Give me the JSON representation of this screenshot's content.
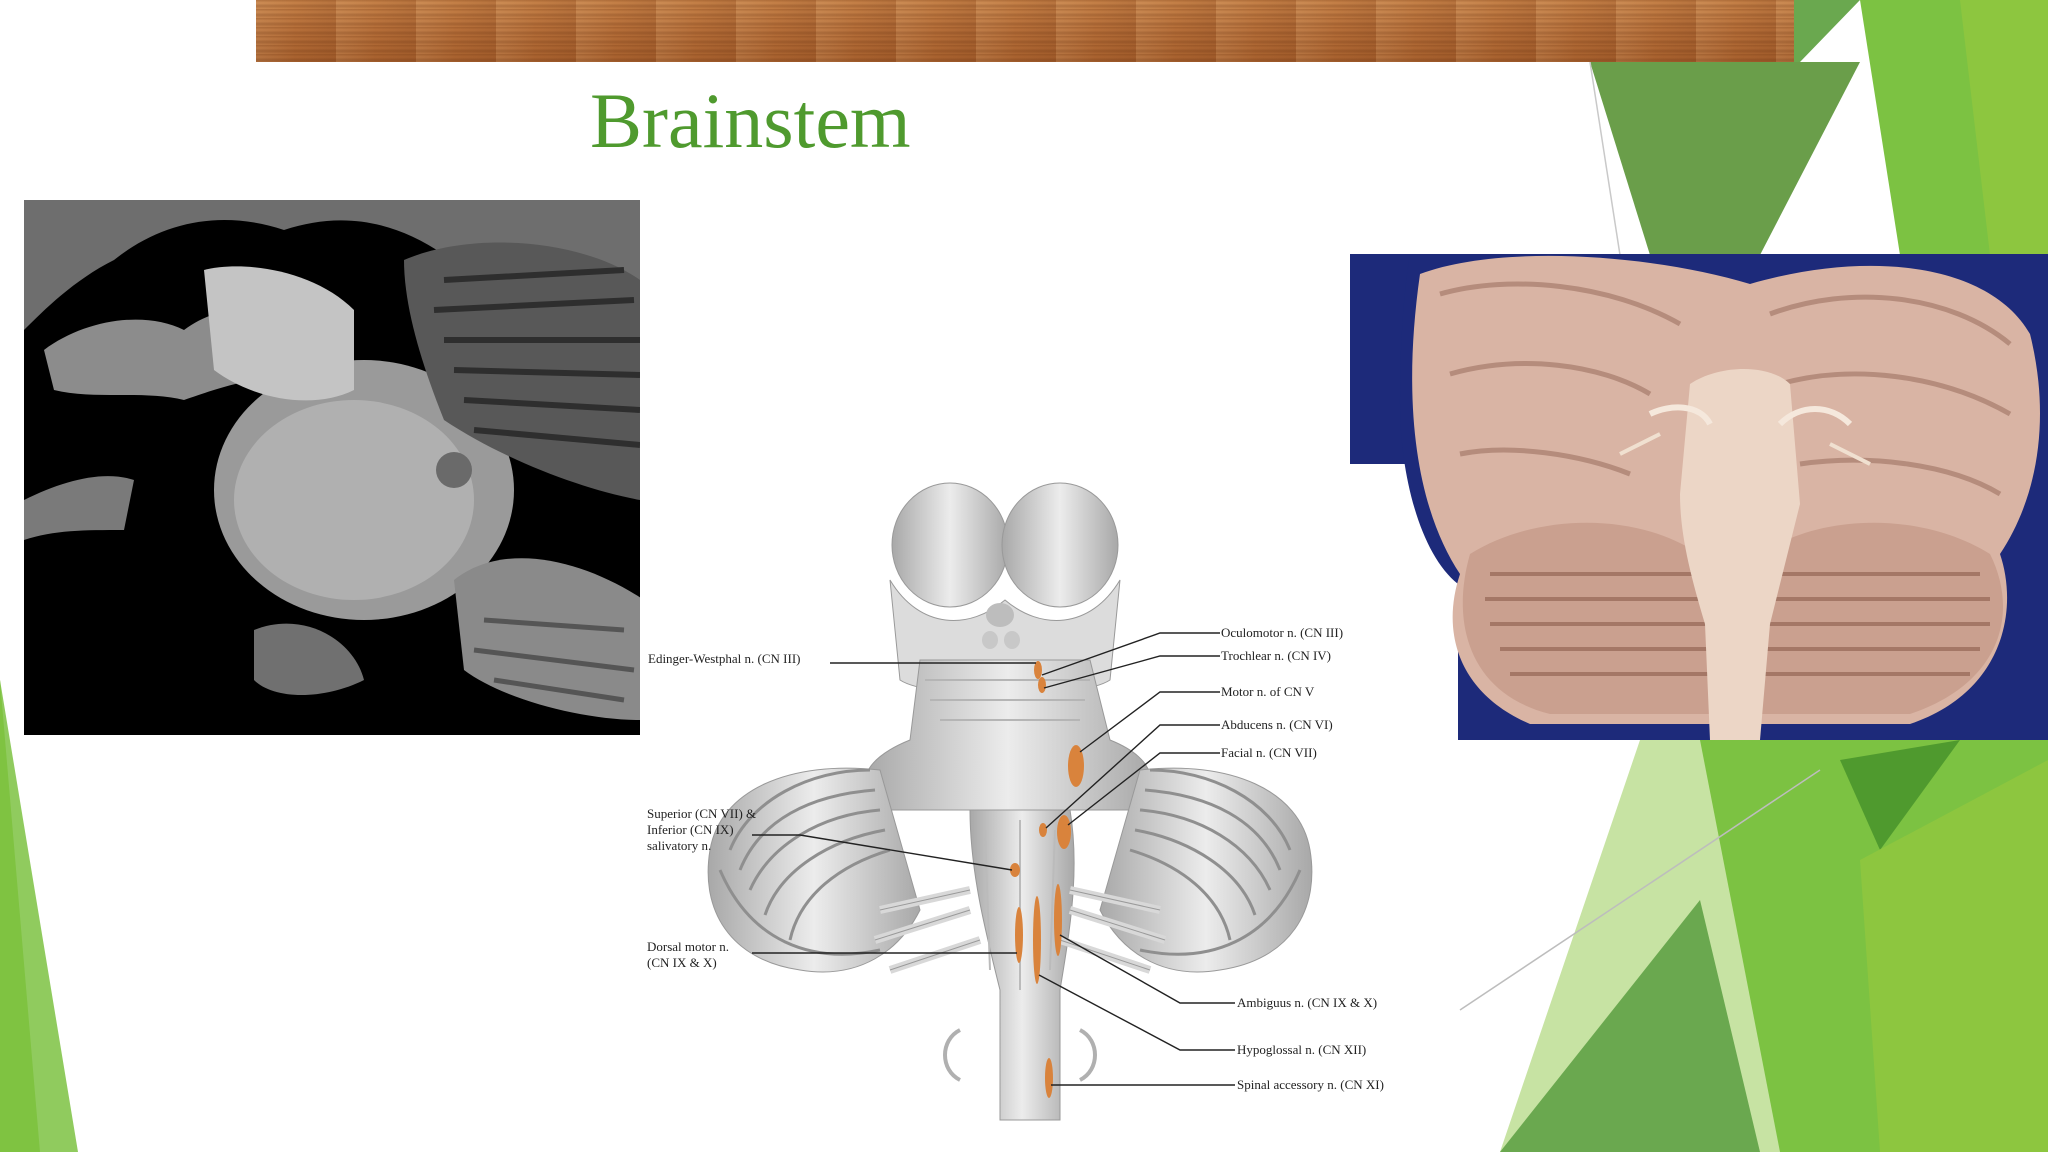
{
  "slide": {
    "title": "Brainstem",
    "accent_color": "#4f9a2e",
    "green_shades": [
      "#6aa84f",
      "#7cc242",
      "#8dc63f",
      "#a4d468",
      "#c7e3a3"
    ]
  },
  "images": {
    "left_photo": "grayscale-brainstem-specimen",
    "right_photo": "brain-inferior-view-specimen"
  },
  "diagram": {
    "labels": {
      "edinger_westphal": "Edinger-Westphal n. (CN III)",
      "oculomotor": "Oculomotor n. (CN III)",
      "trochlear": "Trochlear n. (CN IV)",
      "motor_cn5": "Motor n. of CN V",
      "abducens": "Abducens n. (CN VI)",
      "facial": "Facial n. (CN VII)",
      "salivatory_1": "Superior (CN VII) &",
      "salivatory_2": "Inferior (CN IX)",
      "salivatory_3": "salivatory n.",
      "dorsal_motor_1": "Dorsal motor n.",
      "dorsal_motor_2": "(CN IX & X)",
      "ambiguus": "Ambiguus n. (CN IX & X)",
      "hypoglossal": "Hypoglossal n. (CN XII)",
      "spinal_accessory": "Spinal accessory n. (CN XI)"
    }
  }
}
